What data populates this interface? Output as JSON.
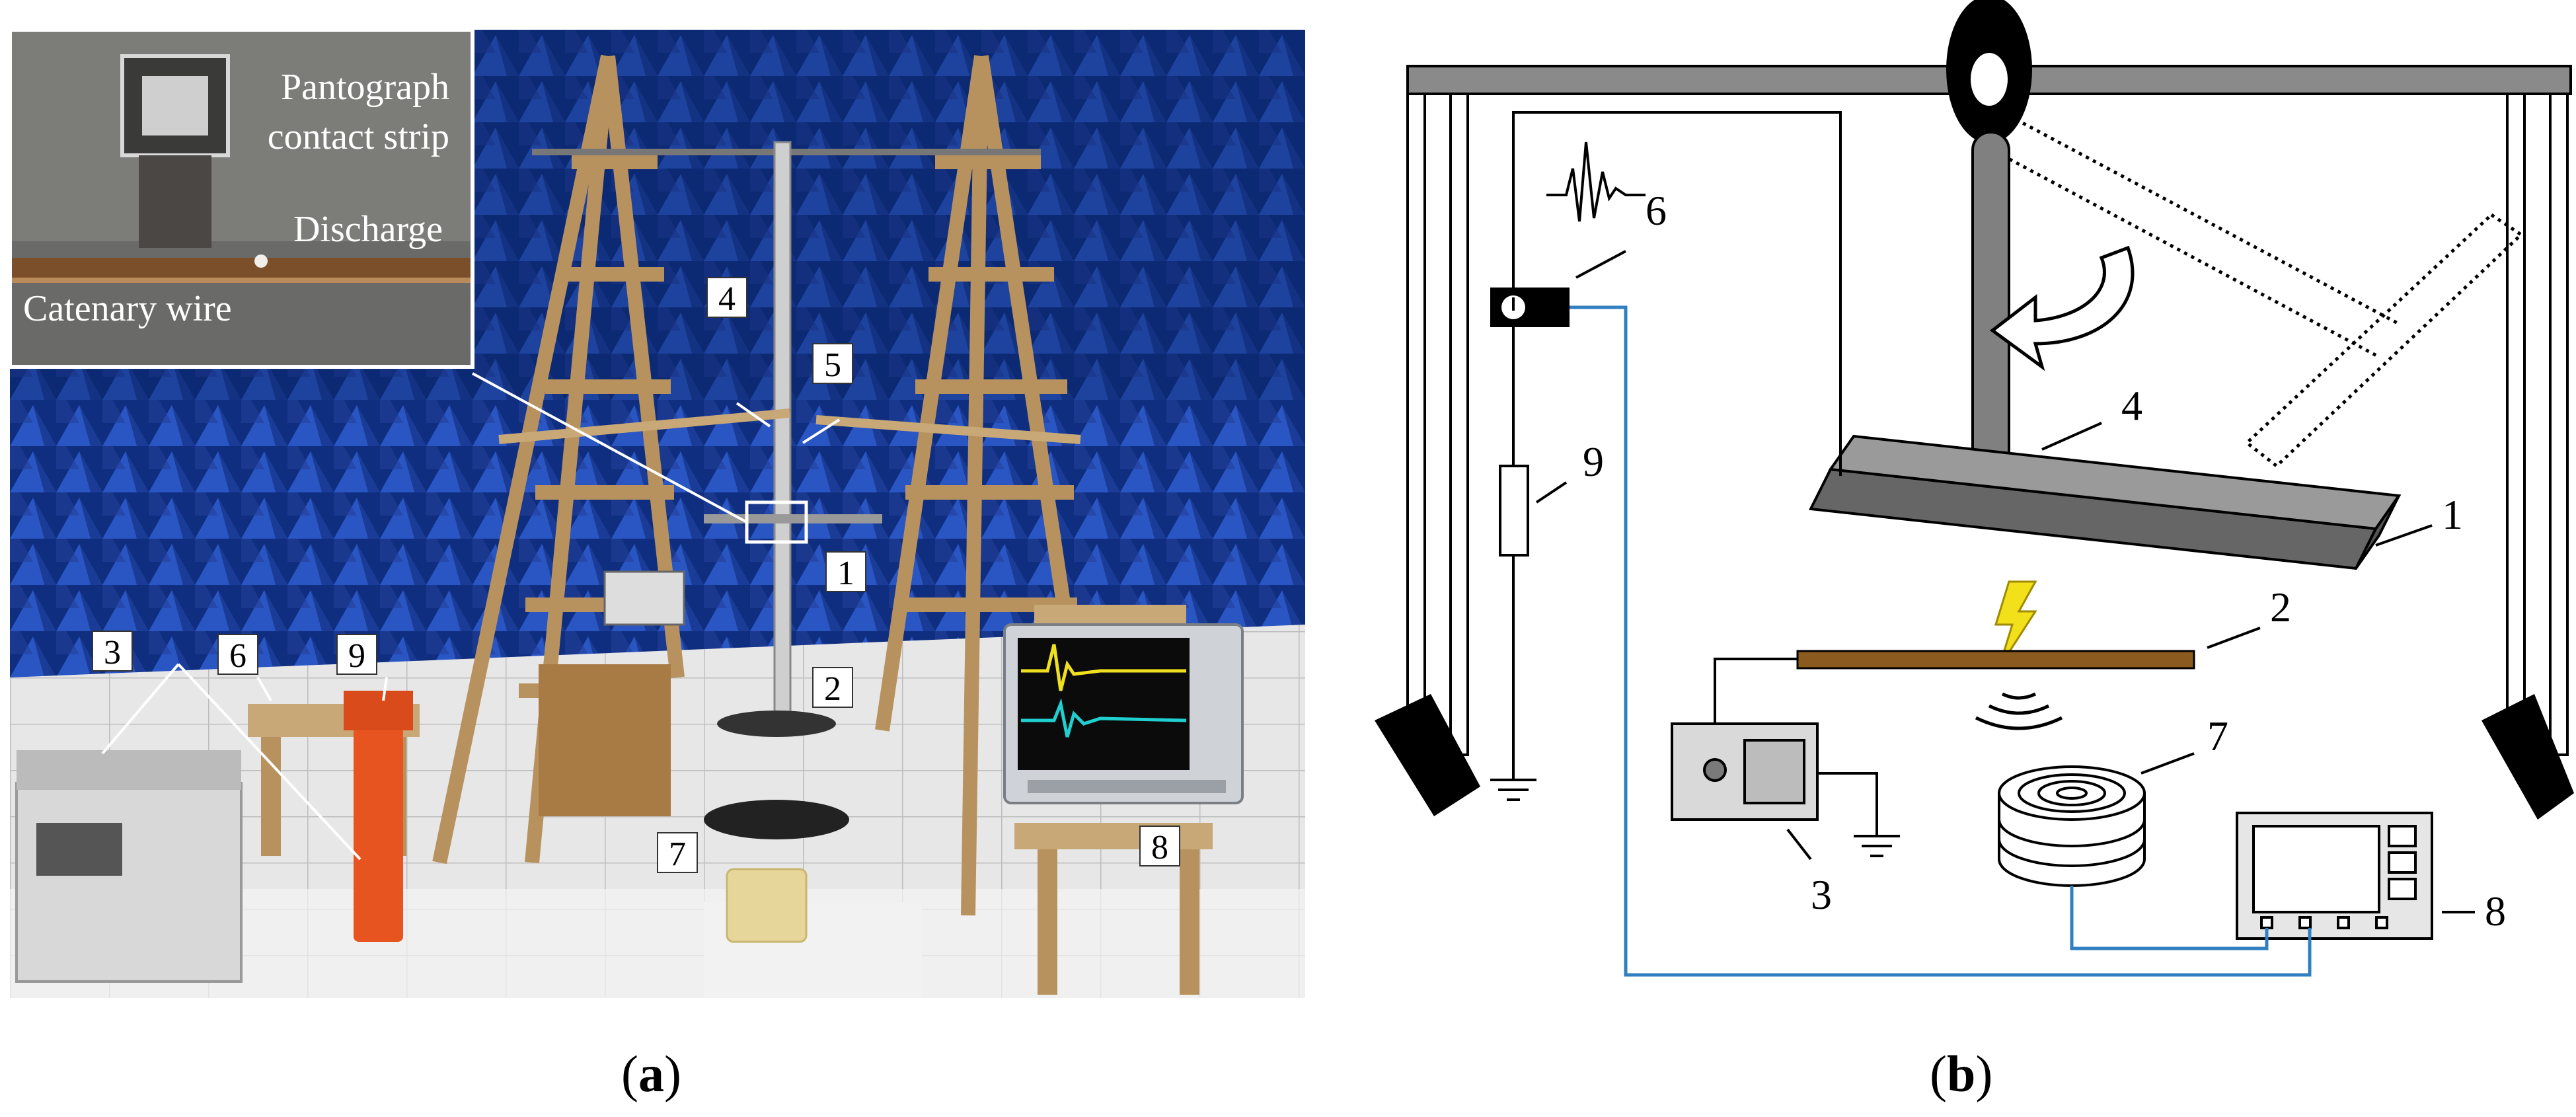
{
  "panel_a": {
    "caption_letter": "a",
    "inset_labels": {
      "pantograph_line1": "Pantograph",
      "pantograph_line2": "contact strip",
      "discharge": "Discharge",
      "catenary": "Catenary wire"
    },
    "number_tags": [
      "4",
      "5",
      "1",
      "2",
      "3",
      "6",
      "9",
      "7",
      "8"
    ]
  },
  "panel_b": {
    "caption_letter": "b",
    "component_numbers": [
      "6",
      "9",
      "4",
      "1",
      "2",
      "7",
      "3",
      "8"
    ]
  },
  "colors": {
    "anechoic_blue": "#1c3f9e",
    "wood": "#c9a878",
    "copper_wire": "#8a5a1e",
    "signal_line": "#2f7fc1",
    "spark": "#f2e01a",
    "frame_gray": "#888888"
  }
}
